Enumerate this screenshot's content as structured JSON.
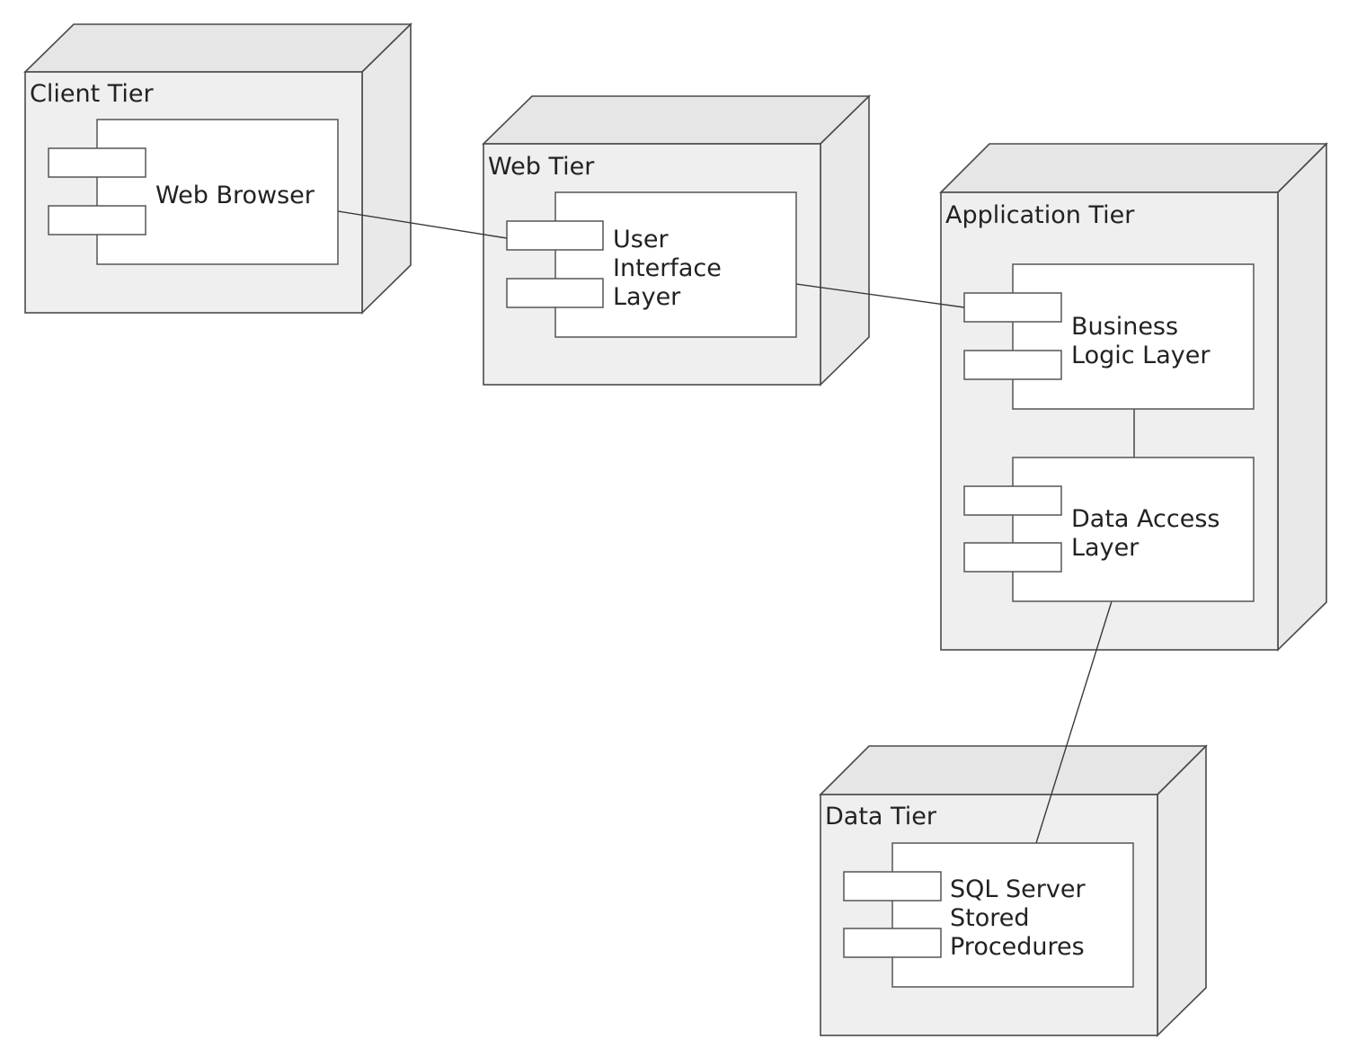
{
  "diagram": {
    "nodes": {
      "client": {
        "label": "Client Tier"
      },
      "web": {
        "label": "Web Tier"
      },
      "app": {
        "label": "Application Tier"
      },
      "data": {
        "label": "Data Tier"
      }
    },
    "components": {
      "web_browser": {
        "lines": [
          "Web Browser"
        ]
      },
      "ui_layer": {
        "lines": [
          "User",
          "Interface",
          "Layer"
        ]
      },
      "business_logic": {
        "lines": [
          "Business",
          "Logic Layer"
        ]
      },
      "data_access": {
        "lines": [
          "Data Access",
          "Layer"
        ]
      },
      "sql_server": {
        "lines": [
          "SQL Server",
          "Stored",
          "Procedures"
        ]
      }
    },
    "connections": [
      {
        "from": "Web Browser",
        "to": "User Interface Layer"
      },
      {
        "from": "User Interface Layer",
        "to": "Business Logic Layer"
      },
      {
        "from": "Business Logic Layer",
        "to": "Data Access Layer"
      },
      {
        "from": "Data Access Layer",
        "to": "SQL Server Stored Procedures"
      }
    ]
  }
}
